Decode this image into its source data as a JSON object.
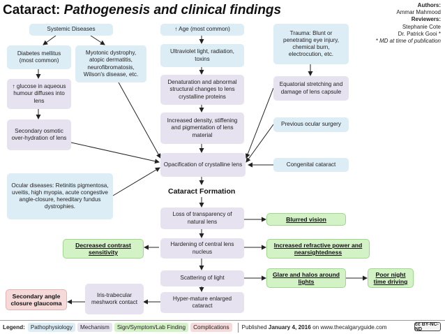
{
  "title": {
    "main": "Cataract:",
    "sub": "Pathogenesis and clinical findings"
  },
  "authors": {
    "authors_label": "Authors:",
    "author": "Ammar Mahmood",
    "reviewers_label": "Reviewers:",
    "reviewer1": "Stephanie Cote",
    "reviewer2": "Dr. Patrick Gooi *",
    "note": "* MD at time of publication"
  },
  "nodes": {
    "systemic": "Systemic Diseases",
    "diabetes": "Diabetes mellitus (most common)",
    "myotonic": "Myotonic dystrophy, atopic dermatitis, neurofibromatosis, Wilson's disease, etc.",
    "glucose": "↑ glucose in aqueous humour diffuses into lens",
    "osmotic": "Secondary osmotic over-hydration of lens",
    "ocular": "Ocular diseases: Retinitis pigmentosa, uveitis, high myopia, acute congestive angle-closure, hereditary fundus dystrophies.",
    "age": "↑ Age (most common)",
    "uv": "Ultraviolet light, radiation, toxins",
    "denaturation": "Denaturation and abnormal structural changes to lens crystalline proteins",
    "density": "Increased density, stiffening and pigmentation of lens material",
    "opacification": "Opacification of crystalline lens",
    "trauma": "Trauma: Blunt or penetrating eye injury, chemical burn, electrocution, etc.",
    "equatorial": "Equatorial stretching and damage of lens capsule",
    "surgery": "Previous ocular surgery",
    "congenital": "Congenital cataract",
    "formation": "Cataract Formation",
    "loss": "Loss of transparency of natural lens",
    "hardening": "Hardening of central lens nucleus",
    "scattering": "Scattering of light",
    "hypermature": "Hyper-mature enlarged cataract",
    "blurred": "Blurred vision",
    "contrast": "Decreased contrast sensitivity",
    "refractive": "Increased refractive power and nearsightedness",
    "glare": "Glare and halos around lights",
    "night": "Poor night time driving",
    "iris": "Iris-trabecular meshwork contact",
    "glaucoma": "Secondary angle closure glaucoma"
  },
  "legend": {
    "label": "Legend:",
    "patho": "Pathophysiology",
    "mech": "Mechanism",
    "sign": "Sign/Symptom/Lab Finding",
    "comp": "Complications",
    "published_prefix": "Published",
    "published_date": "January 4, 2016",
    "published_suffix": "on www.thecalgaryguide.com",
    "license": "cc BY-NC-ND"
  },
  "colors": {
    "pathophysiology": "#dcedf6",
    "mechanism": "#e6e2ef",
    "sign": "#d3f2c6",
    "complication": "#f6dada"
  }
}
